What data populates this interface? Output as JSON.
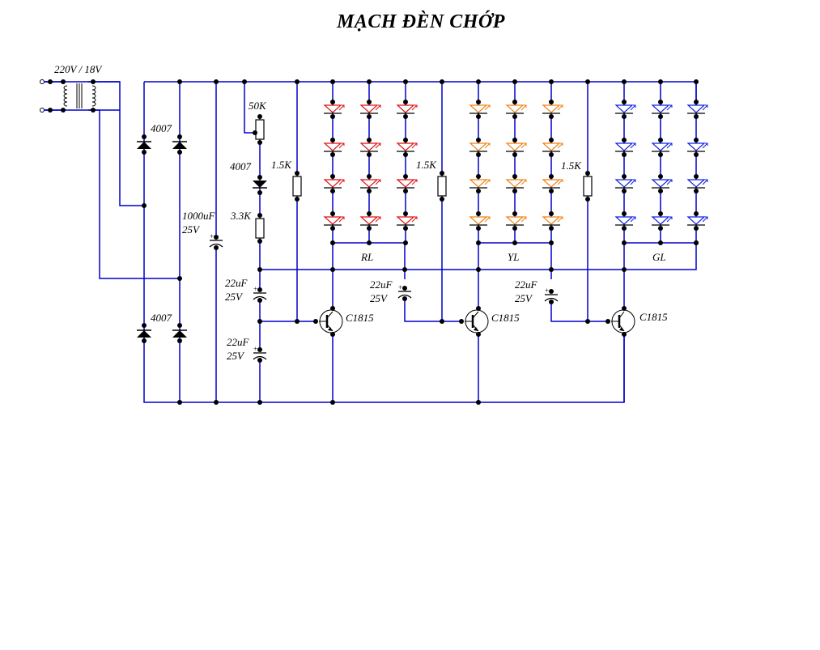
{
  "title": "MẠCH ĐÈN CHỚP",
  "colors": {
    "wire": "#0000cc",
    "led_red": "#e01010",
    "led_yellow": "#f08010",
    "led_green_group": "#1020e0",
    "component": "#000000"
  },
  "labels": {
    "transformer": "220V / 18V",
    "diode_bridge_top": "4007",
    "diode_bridge_bottom": "4007",
    "filter_cap_value": "1000uF",
    "filter_cap_voltage": "25V",
    "pot": "50K",
    "series_diode": "4007",
    "series_resistor": "3.3K",
    "cap1_value": "22uF",
    "cap1_voltage": "25V",
    "cap2_value": "22uF",
    "cap2_voltage": "25V",
    "cap3_value": "22uF",
    "cap3_voltage": "25V",
    "cap4_value": "22uF",
    "cap4_voltage": "25V",
    "base_res_1": "1.5K",
    "base_res_2": "1.5K",
    "base_res_3": "1.5K",
    "transistor_1": "C1815",
    "transistor_2": "C1815",
    "transistor_3": "C1815",
    "group_1": "RL",
    "group_2": "YL",
    "group_3": "GL"
  },
  "led_groups": [
    {
      "name": "RL",
      "color": "#e01010",
      "columns": 3,
      "leds_per_column": 4
    },
    {
      "name": "YL",
      "color": "#f08010",
      "columns": 3,
      "leds_per_column": 4
    },
    {
      "name": "GL",
      "color": "#1020e0",
      "columns": 3,
      "leds_per_column": 4
    }
  ]
}
